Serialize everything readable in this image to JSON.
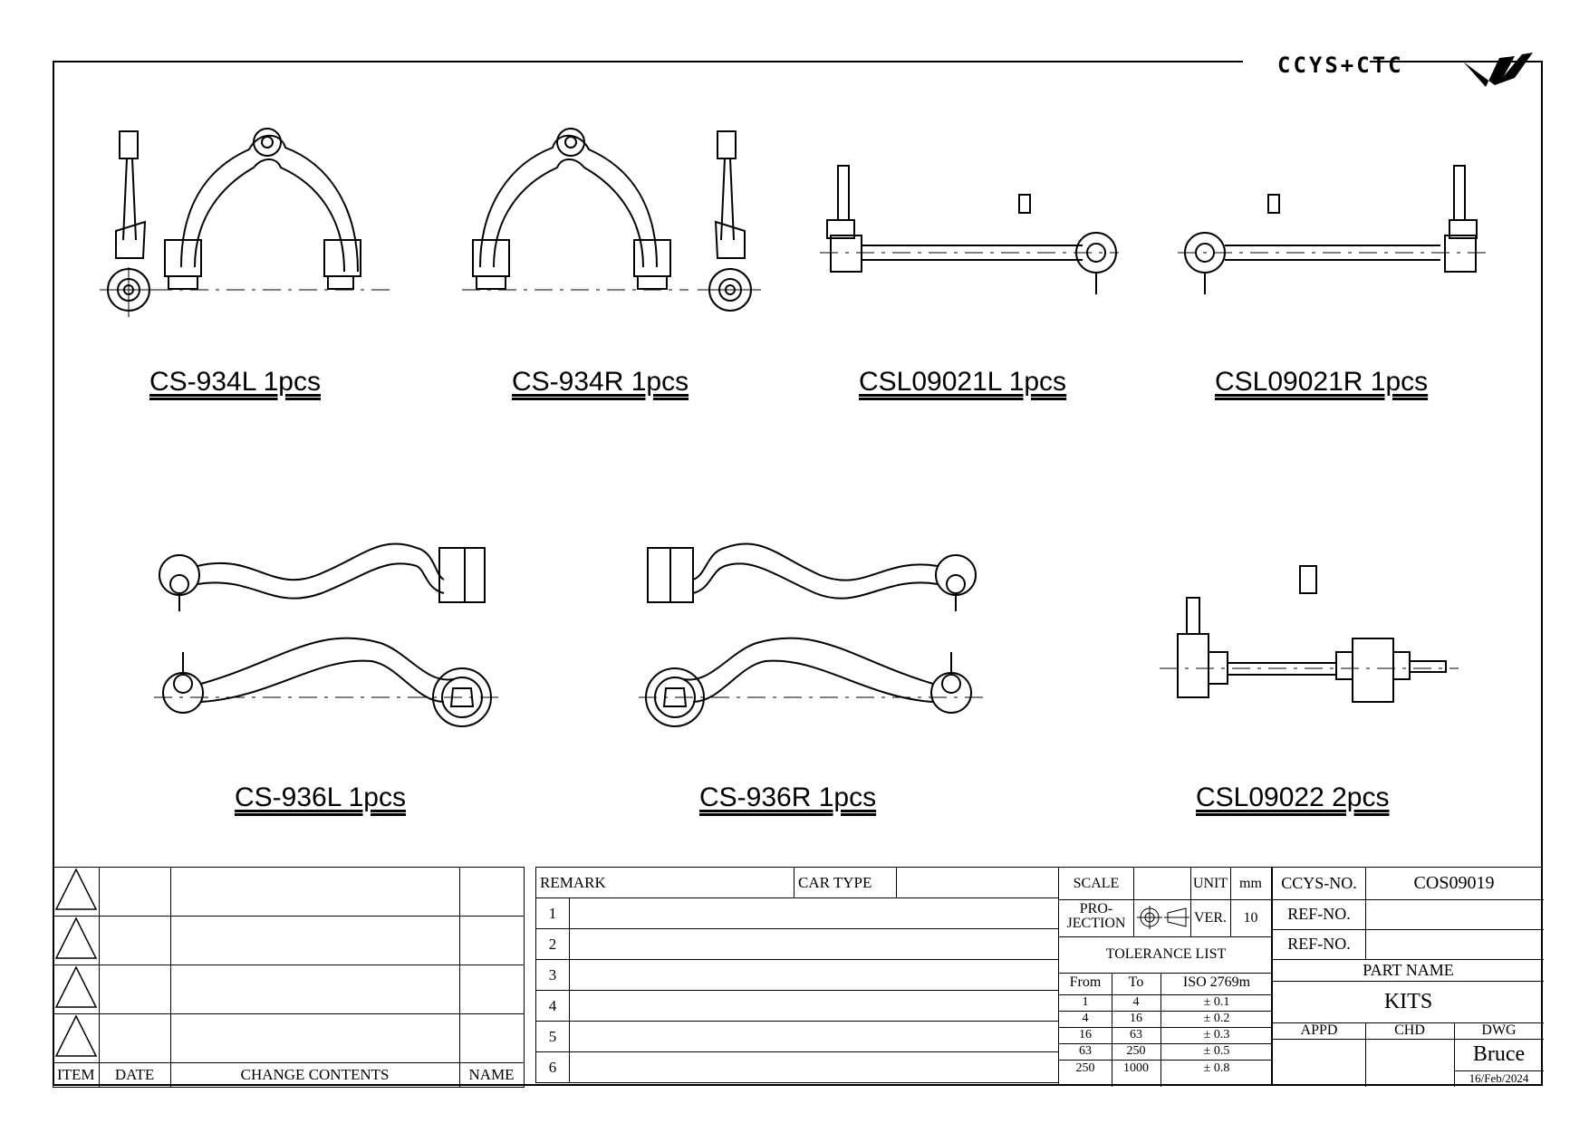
{
  "logo": {
    "text": "CCYS+CTC"
  },
  "parts": [
    {
      "label": "CS-934L 1pcs"
    },
    {
      "label": "CS-934R 1pcs"
    },
    {
      "label": "CSL09021L 1pcs"
    },
    {
      "label": "CSL09021R 1pcs"
    },
    {
      "label": "CS-936L 1pcs"
    },
    {
      "label": "CS-936R 1pcs"
    },
    {
      "label": "CSL09022 2pcs"
    }
  ],
  "revision": {
    "headers": {
      "item": "ITEM",
      "date": "DATE",
      "change": "CHANGE CONTENTS",
      "name": "NAME"
    }
  },
  "remarks": {
    "remark": "REMARK",
    "car_type": "CAR TYPE",
    "rows": [
      "1",
      "2",
      "3",
      "4",
      "5",
      "6"
    ]
  },
  "scale_block": {
    "scale": "SCALE",
    "unit": "UNIT",
    "unit_value": "mm",
    "projection": "PRO-\nJECTION",
    "ver": "VER.",
    "ver_value": "10"
  },
  "tolerance": {
    "title": "TOLERANCE LIST",
    "headers": [
      "From",
      "To",
      "ISO 2769m"
    ],
    "rows": [
      [
        "1",
        "4",
        "± 0.1"
      ],
      [
        "4",
        "16",
        "± 0.2"
      ],
      [
        "16",
        "63",
        "± 0.3"
      ],
      [
        "63",
        "250",
        "± 0.5"
      ],
      [
        "250",
        "1000",
        "± 0.8"
      ]
    ]
  },
  "info": {
    "ccys_no_label": "CCYS-NO.",
    "ccys_no": "COS09019",
    "ref_no_label_1": "REF-NO.",
    "ref_no_label_2": "REF-NO.",
    "part_name_label": "PART NAME",
    "part_name": "KITS",
    "appd": "APPD",
    "chd": "CHD",
    "dwg": "DWG",
    "drawer": "Bruce",
    "date": "16/Feb/2024"
  }
}
